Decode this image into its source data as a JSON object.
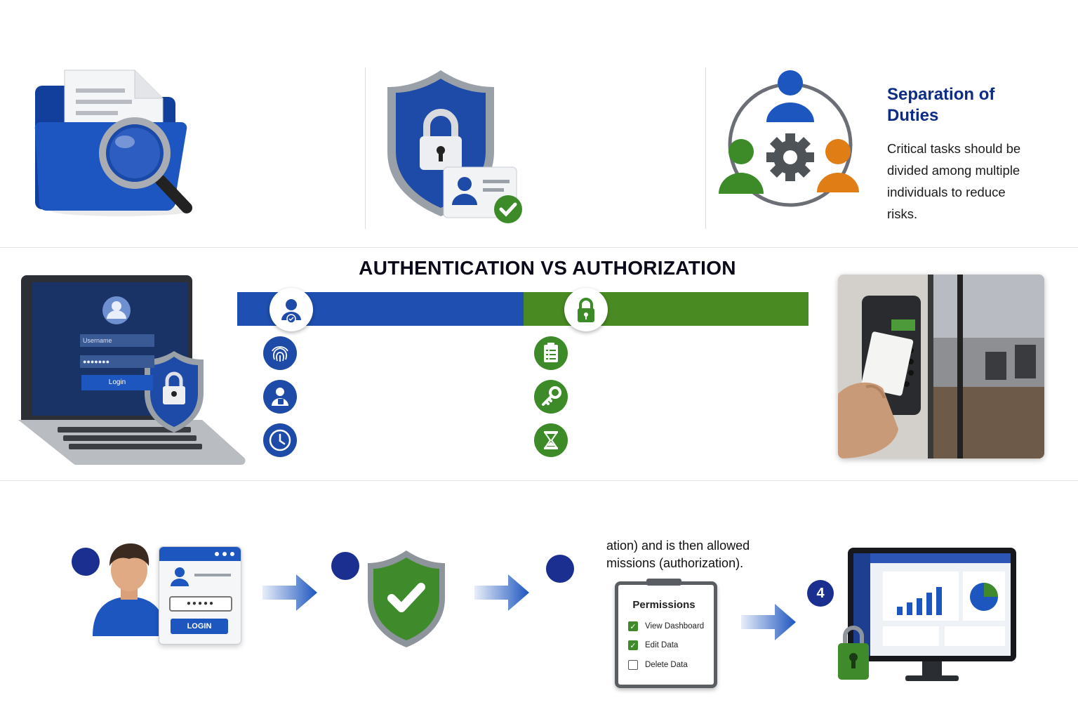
{
  "separation_of_duties": {
    "title": "Separation of Duties",
    "description": "Critical tasks should be divided among multiple individuals to reduce risks."
  },
  "comparison": {
    "title": "AUTHENTICATION VS AUTHORIZATION",
    "colors": {
      "authentication": "#1f4fb0",
      "authorization": "#4a8a23"
    },
    "authentication_icons": [
      "user-check-icon",
      "fingerprint-icon",
      "id-badge-icon",
      "clock-icon"
    ],
    "authorization_icons": [
      "lock-icon",
      "clipboard-checklist-icon",
      "key-icon",
      "hourglass-icon"
    ]
  },
  "laptop_login": {
    "username_label": "Username",
    "login_label": "Login"
  },
  "flow": {
    "login_button": "LOGIN",
    "partial_text_line1": "ation) and is then allowed",
    "partial_text_line2": "missions (authorization).",
    "permissions": {
      "title": "Permissions",
      "items": [
        {
          "label": "View Dashboard",
          "checked": true
        },
        {
          "label": "Edit Data",
          "checked": true
        },
        {
          "label": "Delete Data",
          "checked": false
        }
      ]
    },
    "step_number": "4"
  }
}
